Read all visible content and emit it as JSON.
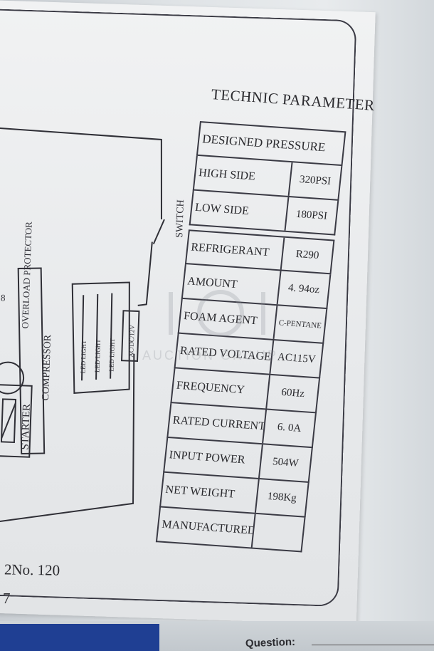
{
  "title": "TECHNIC PARAMETER",
  "parameters": {
    "designed_pressure": "DESIGNED PRESSURE",
    "high_side_label": "HIGH SIDE",
    "high_side_value": "320PSI",
    "low_side_label": "LOW SIDE",
    "low_side_value": "180PSI",
    "rows": [
      {
        "label": "REFRIGERANT",
        "value": "R290"
      },
      {
        "label": "AMOUNT",
        "value": "4. 94oz"
      },
      {
        "label": "FOAM AGENT",
        "value": "C-PENTANE"
      },
      {
        "label": "RATED VOLTAGE",
        "value": "AC115V"
      },
      {
        "label": "FREQUENCY",
        "value": "60Hz"
      },
      {
        "label": "RATED CURRENT",
        "value": "6. 0A"
      },
      {
        "label": "INPUT POWER",
        "value": "504W"
      },
      {
        "label": "NET WEIGHT",
        "value": "198Kg"
      },
      {
        "label": "MANUFACTURED",
        "value": ""
      }
    ]
  },
  "diagram": {
    "switch": "SWITCH",
    "overload_protector": "OVERLOAD PROTECTOR",
    "compressor": "COMPRESSOR",
    "starter": "STARTER",
    "led_light": "LED LIGHT",
    "adapter": "AC/DC/12V",
    "partial_label": "8"
  },
  "model_line1": "2No. 120",
  "model_line2": "7",
  "question_label": "Question:",
  "watermark_text": "AUCTION GROUP",
  "colors": {
    "ink": "#2a2a2e",
    "label_bg": "#ecedef",
    "bar": "#1f3f93"
  }
}
